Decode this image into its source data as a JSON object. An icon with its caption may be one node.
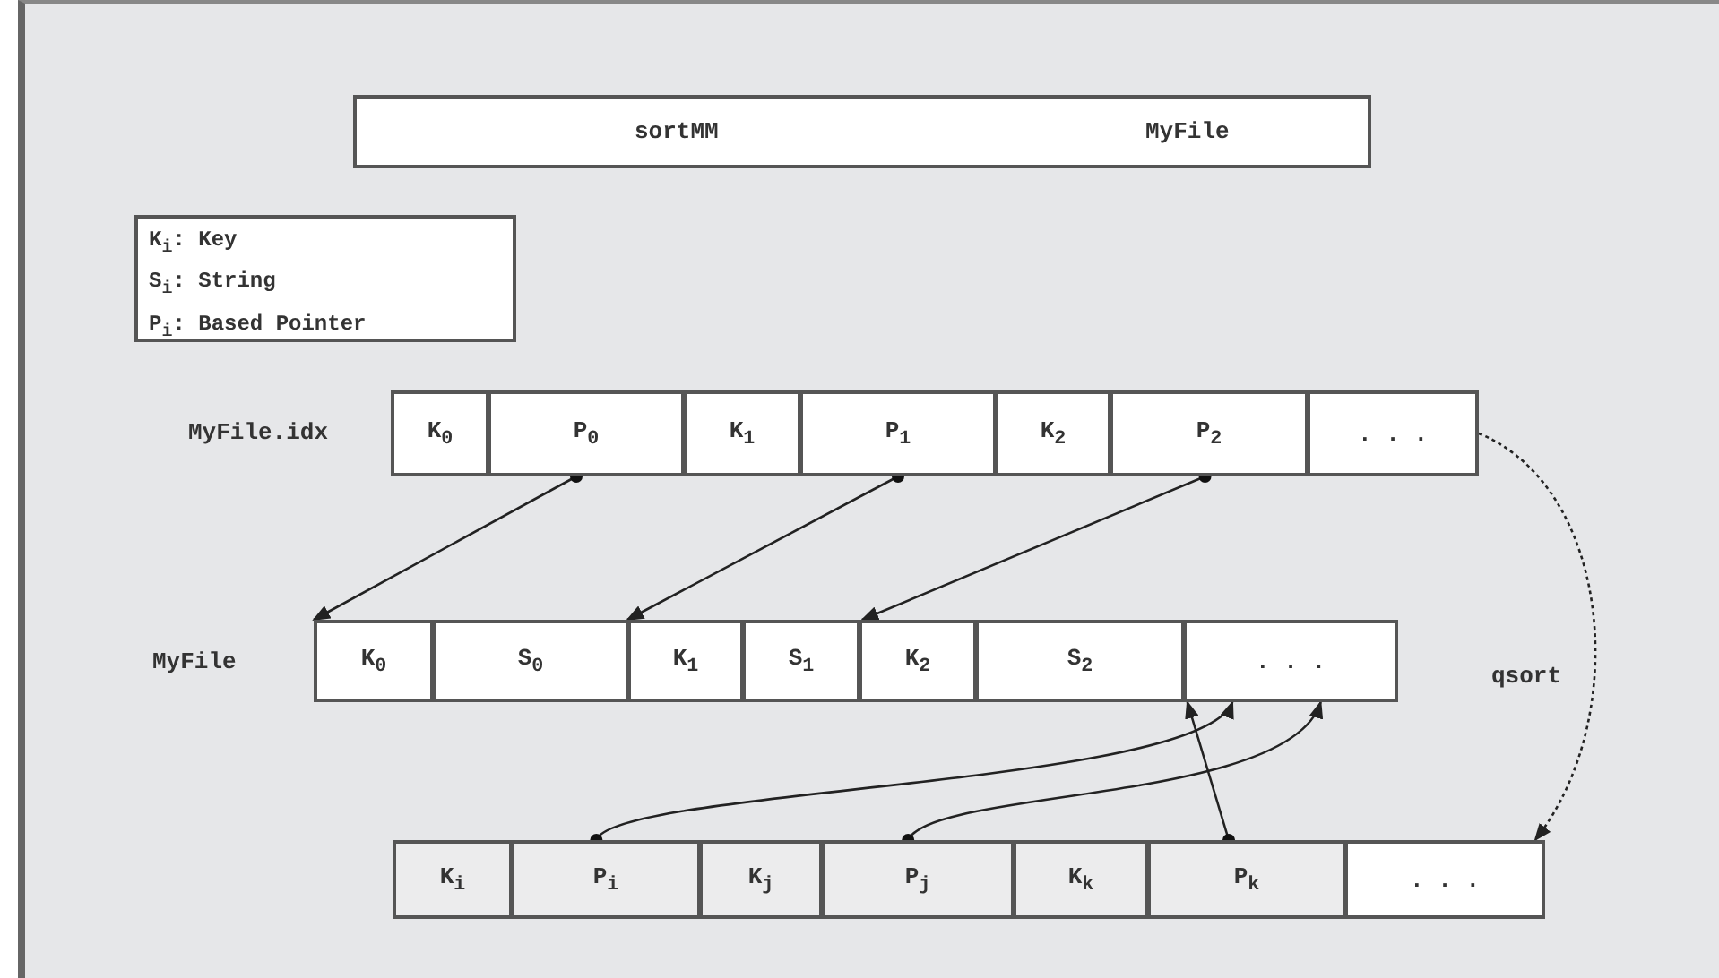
{
  "diagram": {
    "nodes": [
      {
        "text": [
          "sortMM",
          "MyFile"
        ]
      },
      {
        "text": [
          "K$_{i}$: Key",
          "S$_{i}$: String",
          "P$_{i}$: Based Pointer"
        ]
      },
      {
        "text": [
          "K$_{0}$"
        ]
      },
      {
        "text": [
          "P$_{0}$"
        ]
      },
      {
        "text": [
          "K$_{1}$"
        ]
      },
      {
        "text": [
          "P$_{1}$"
        ]
      },
      {
        "text": [
          "K$_{2}$"
        ]
      },
      {
        "text": [
          "P$_{2}$"
        ]
      },
      {
        "text": [
          ". . ."
        ]
      },
      {
        "text": [
          "K$_{0}$"
        ]
      },
      {
        "text": [
          "S$_{0}$"
        ]
      },
      {
        "text": [
          "K$_{1}$"
        ]
      },
      {
        "text": [
          "S$_{1}$"
        ]
      },
      {
        "text": [
          "K$_{2}$"
        ]
      },
      {
        "text": [
          "S$_{2}$"
        ]
      },
      {
        "text": [
          ". . ."
        ]
      },
      {
        "text": [
          "K$_{i}$"
        ]
      },
      {
        "text": [
          "P$_{i}$"
        ]
      },
      {
        "text": [
          "K$_{j}$"
        ]
      },
      {
        "text": [
          "P$_{j}$"
        ]
      },
      {
        "text": [
          "K$_{k}$"
        ]
      },
      {
        "text": [
          "P$_{k}$"
        ]
      },
      {
        "text": [
          ". . ."
        ]
      }
    ],
    "edges": [
      {
        "from": 3,
        "to": 9,
        "arrow": "to"
      },
      {
        "from": 5,
        "to": 11,
        "arrow": "to"
      },
      {
        "from": 7,
        "to": 13,
        "arrow": "to"
      },
      {
        "from": 8,
        "to": 22,
        "arrow": "to",
        "style": "dashed",
        "label": "qsort"
      },
      {
        "from": 17,
        "to": 15,
        "arrow": "to"
      },
      {
        "from": 19,
        "to": 15,
        "arrow": "to"
      },
      {
        "from": 21,
        "to": 15,
        "arrow": "to"
      }
    ],
    "labels": [
      "MyFile.idx",
      "MyFile"
    ]
  }
}
